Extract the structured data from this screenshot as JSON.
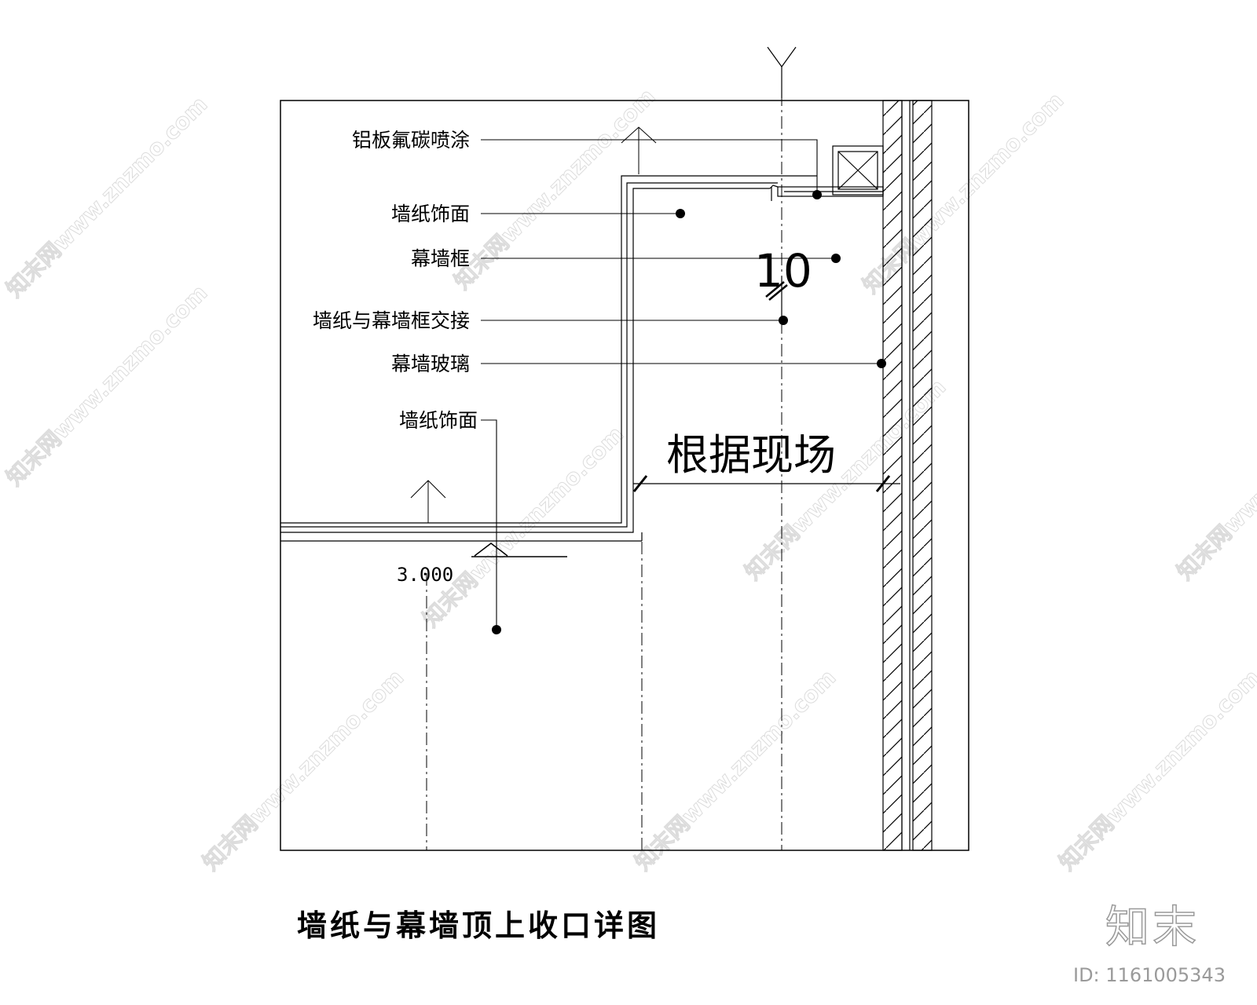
{
  "labels": {
    "aluminum_panel": "铝板氟碳喷涂",
    "wallpaper_upper": "墙纸饰面",
    "curtain_frame": "幕墙框",
    "junction": "墙纸与幕墙框交接",
    "curtain_glass": "幕墙玻璃",
    "wallpaper_lower": "墙纸饰面"
  },
  "dimensions": {
    "gap": "10",
    "site": "根据现场"
  },
  "level_mark": "3.000",
  "grid_label": "Y",
  "title": "墙纸与幕墙顶上收口详图",
  "watermark": {
    "text": "知末网www.znzmo.com",
    "brand": "知末",
    "image_id": "ID: 1161005343"
  }
}
